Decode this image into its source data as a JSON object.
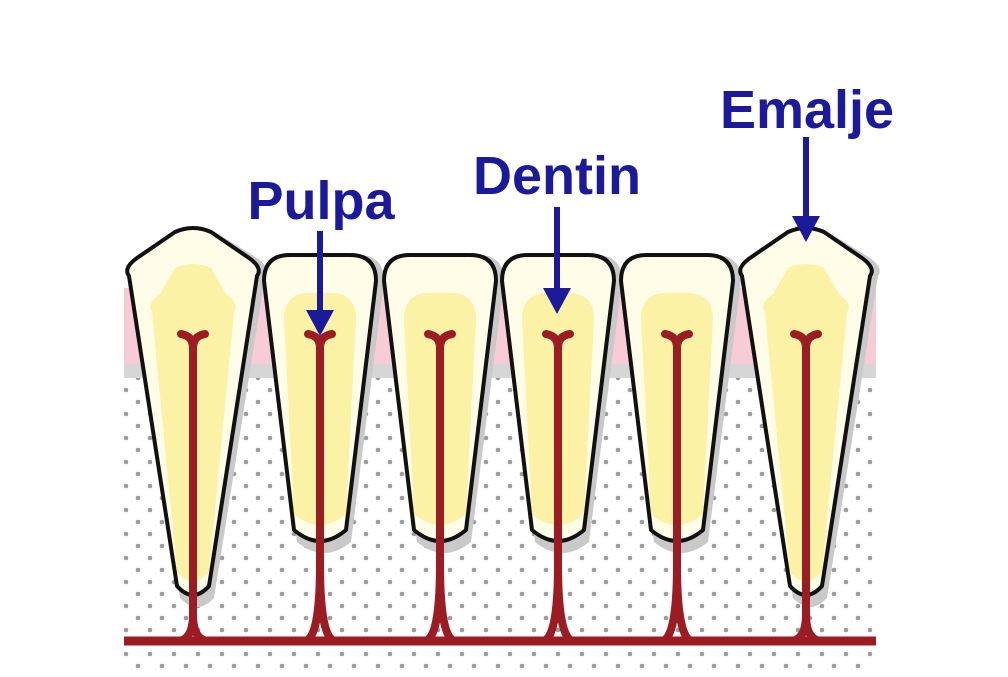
{
  "labels": {
    "pulpa": "Pulpa",
    "dentin": "Dentin",
    "emalje": "Emalje"
  },
  "teeth": [
    {
      "name": "tooth-1",
      "shape": "pointed"
    },
    {
      "name": "tooth-2",
      "shape": "rounded"
    },
    {
      "name": "tooth-3",
      "shape": "rounded"
    },
    {
      "name": "tooth-4",
      "shape": "rounded"
    },
    {
      "name": "tooth-5",
      "shape": "rounded"
    },
    {
      "name": "tooth-6",
      "shape": "pointed"
    }
  ],
  "colors": {
    "label": "#1a1a9a",
    "enamel": "#fffce8",
    "dentin": "#fbf2a6",
    "pulp": "#9c1c24",
    "gum": "#f8ccd6",
    "bone_dot": "#9c9c9c",
    "outline": "#111111",
    "shadow": "#c9c9c9"
  }
}
